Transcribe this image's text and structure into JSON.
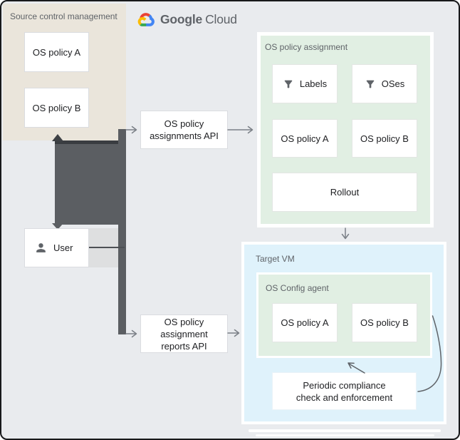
{
  "colors": {
    "background": "#E9EBEE",
    "source_panel_beige": "#EAE5DB",
    "assignment_panel_green": "#E1EFE3",
    "target_vm_blue": "#DFF2FB",
    "connector_dark_gray": "#5B5E62",
    "box_border": "#DADCE0",
    "label_gray": "#5F6368",
    "text_dark": "#202124",
    "arrow_gray": "#7B8087",
    "logo_blue": "#4285F4",
    "logo_red": "#EA4335",
    "logo_yellow": "#FBBC05",
    "logo_green": "#34A853"
  },
  "logo": {
    "google": "Google",
    "cloud": "Cloud"
  },
  "source_control": {
    "label": "Source control management",
    "policy_a": "OS policy A",
    "policy_b": "OS policy B"
  },
  "assignments_api": {
    "line1": "OS policy",
    "line2": "assignments API"
  },
  "reports_api": {
    "line1": "OS policy",
    "line2": "assignment",
    "line3": "reports API"
  },
  "user": {
    "label": "User"
  },
  "assignment_panel": {
    "label": "OS policy assignment",
    "labels_box": "Labels",
    "oses_box": "OSes",
    "policy_a": "OS policy A",
    "policy_b": "OS policy B",
    "rollout": "Rollout"
  },
  "target_vm": {
    "label": "Target VM",
    "agent_label": "OS Config agent",
    "policy_a": "OS policy A",
    "policy_b": "OS policy B",
    "periodic_line1": "Periodic compliance",
    "periodic_line2": "check and enforcement"
  }
}
